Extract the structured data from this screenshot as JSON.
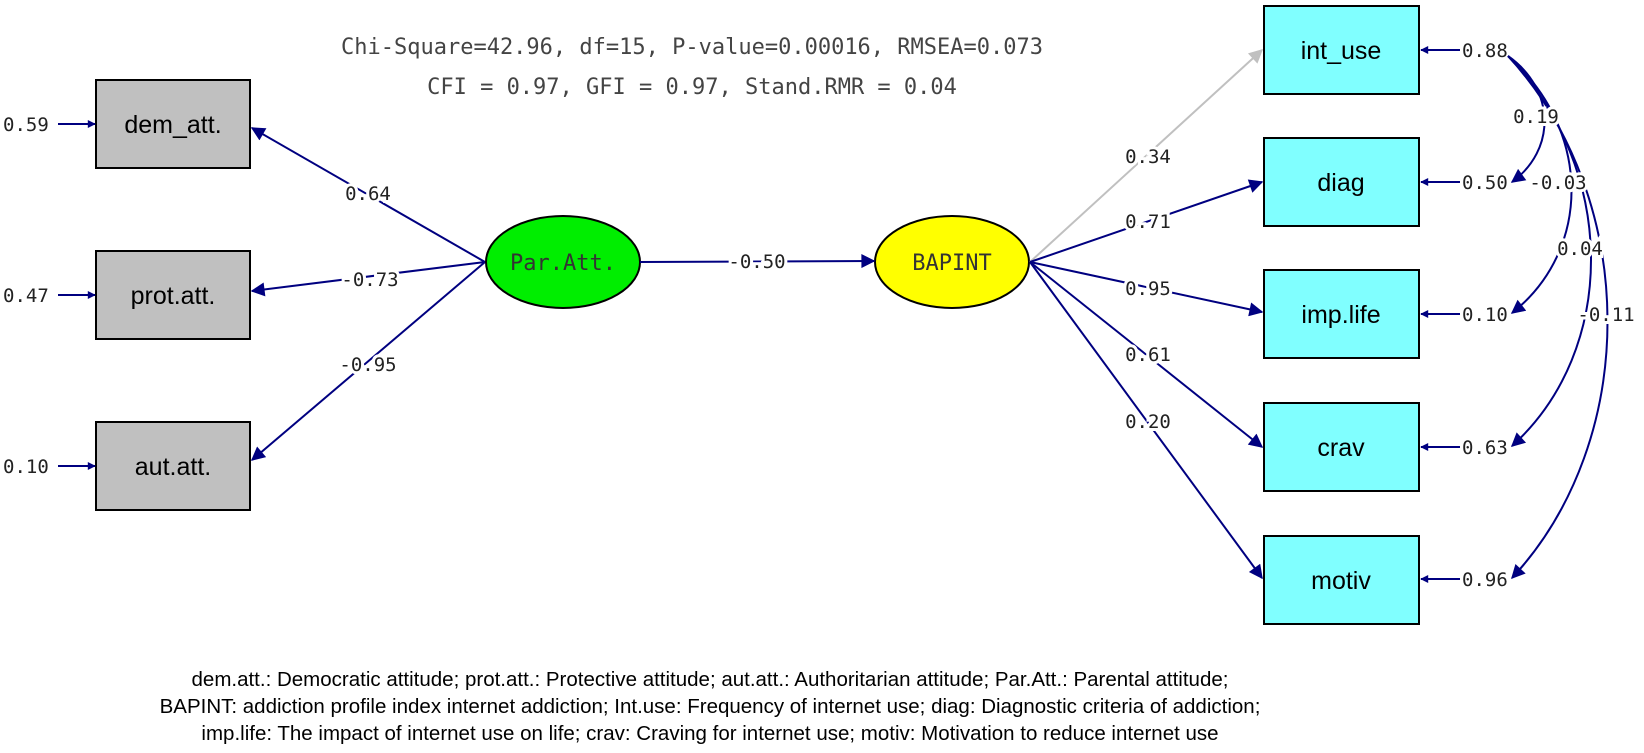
{
  "fit_statistics": {
    "line1": "Chi-Square=42.96, df=15, P-value=0.00016, RMSEA=0.073",
    "line2": "CFI = 0.97, GFI = 0.97, Stand.RMR = 0.04"
  },
  "latent_variables": {
    "par_att": {
      "label": "Par.Att.",
      "color": "#00ee00"
    },
    "bapint": {
      "label": "BAPINT",
      "color": "#ffff00"
    }
  },
  "observed_left": [
    {
      "id": "dem_att",
      "label": "dem_att.",
      "error": "0.59",
      "loading": "0.64"
    },
    {
      "id": "prot_att",
      "label": "prot.att.",
      "error": "0.47",
      "loading": "-0.73"
    },
    {
      "id": "aut_att",
      "label": "aut.att.",
      "error": "0.10",
      "loading": "-0.95"
    }
  ],
  "observed_right": [
    {
      "id": "int_use",
      "label": "int_use",
      "error": "0.88",
      "loading": "0.34"
    },
    {
      "id": "diag",
      "label": "diag",
      "error": "0.50",
      "loading": "0.71"
    },
    {
      "id": "imp_life",
      "label": "imp.life",
      "error": "0.10",
      "loading": "0.95"
    },
    {
      "id": "crav",
      "label": "crav",
      "error": "0.63",
      "loading": "0.61"
    },
    {
      "id": "motiv",
      "label": "motiv",
      "error": "0.96",
      "loading": "0.20"
    }
  ],
  "structural_path": {
    "from": "Par.Att.",
    "to": "BAPINT",
    "coefficient": "-0.50"
  },
  "error_covariances": [
    {
      "between": [
        "int_use",
        "diag"
      ],
      "value": "0.19"
    },
    {
      "between": [
        "int_use",
        "imp.life"
      ],
      "value": "-0.03"
    },
    {
      "between": [
        "int_use",
        "crav"
      ],
      "value": "0.04"
    },
    {
      "between": [
        "int_use",
        "motiv"
      ],
      "value": "-0.11"
    }
  ],
  "colors": {
    "observed_left_fill": "#c0c0c0",
    "observed_right_fill": "#80ffff",
    "path_line": "#000080",
    "nonsignificant_path": "#c0c0c0"
  },
  "caption": {
    "line1": "dem.att.: Democratic attitude; prot.att.: Protective attitude; aut.att.: Authoritarian attitude; Par.Att.: Parental attitude;",
    "line2": "BAPINT: addiction profile index internet addiction; Int.use: Frequency of internet use; diag: Diagnostic criteria of addiction;",
    "line3": "imp.life: The impact of internet use on life; crav: Craving for internet use; motiv: Motivation to reduce internet use"
  }
}
